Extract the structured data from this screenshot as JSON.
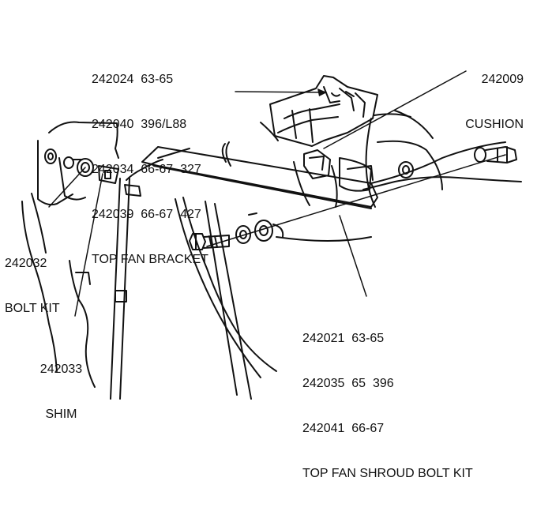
{
  "colors": {
    "ink": "#111111",
    "paper": "#ffffff"
  },
  "labels": {
    "top_fan_bracket": {
      "lines": [
        "242024  63-65",
        "242040  396/L88",
        "242034  66-67  327",
        "242039  66-67  427"
      ],
      "name": "TOP FAN BRACKET"
    },
    "cushion": {
      "number": "242009",
      "name": "CUSHION"
    },
    "bolt_kit": {
      "number": "242032",
      "name": "BOLT KIT"
    },
    "shim": {
      "number": "242033",
      "name": "SHIM"
    },
    "shroud_bolt_kit": {
      "lines": [
        "242021  63-65",
        "242035  65  396",
        "242041  66-67"
      ],
      "name": "TOP FAN SHROUD BOLT KIT"
    }
  }
}
